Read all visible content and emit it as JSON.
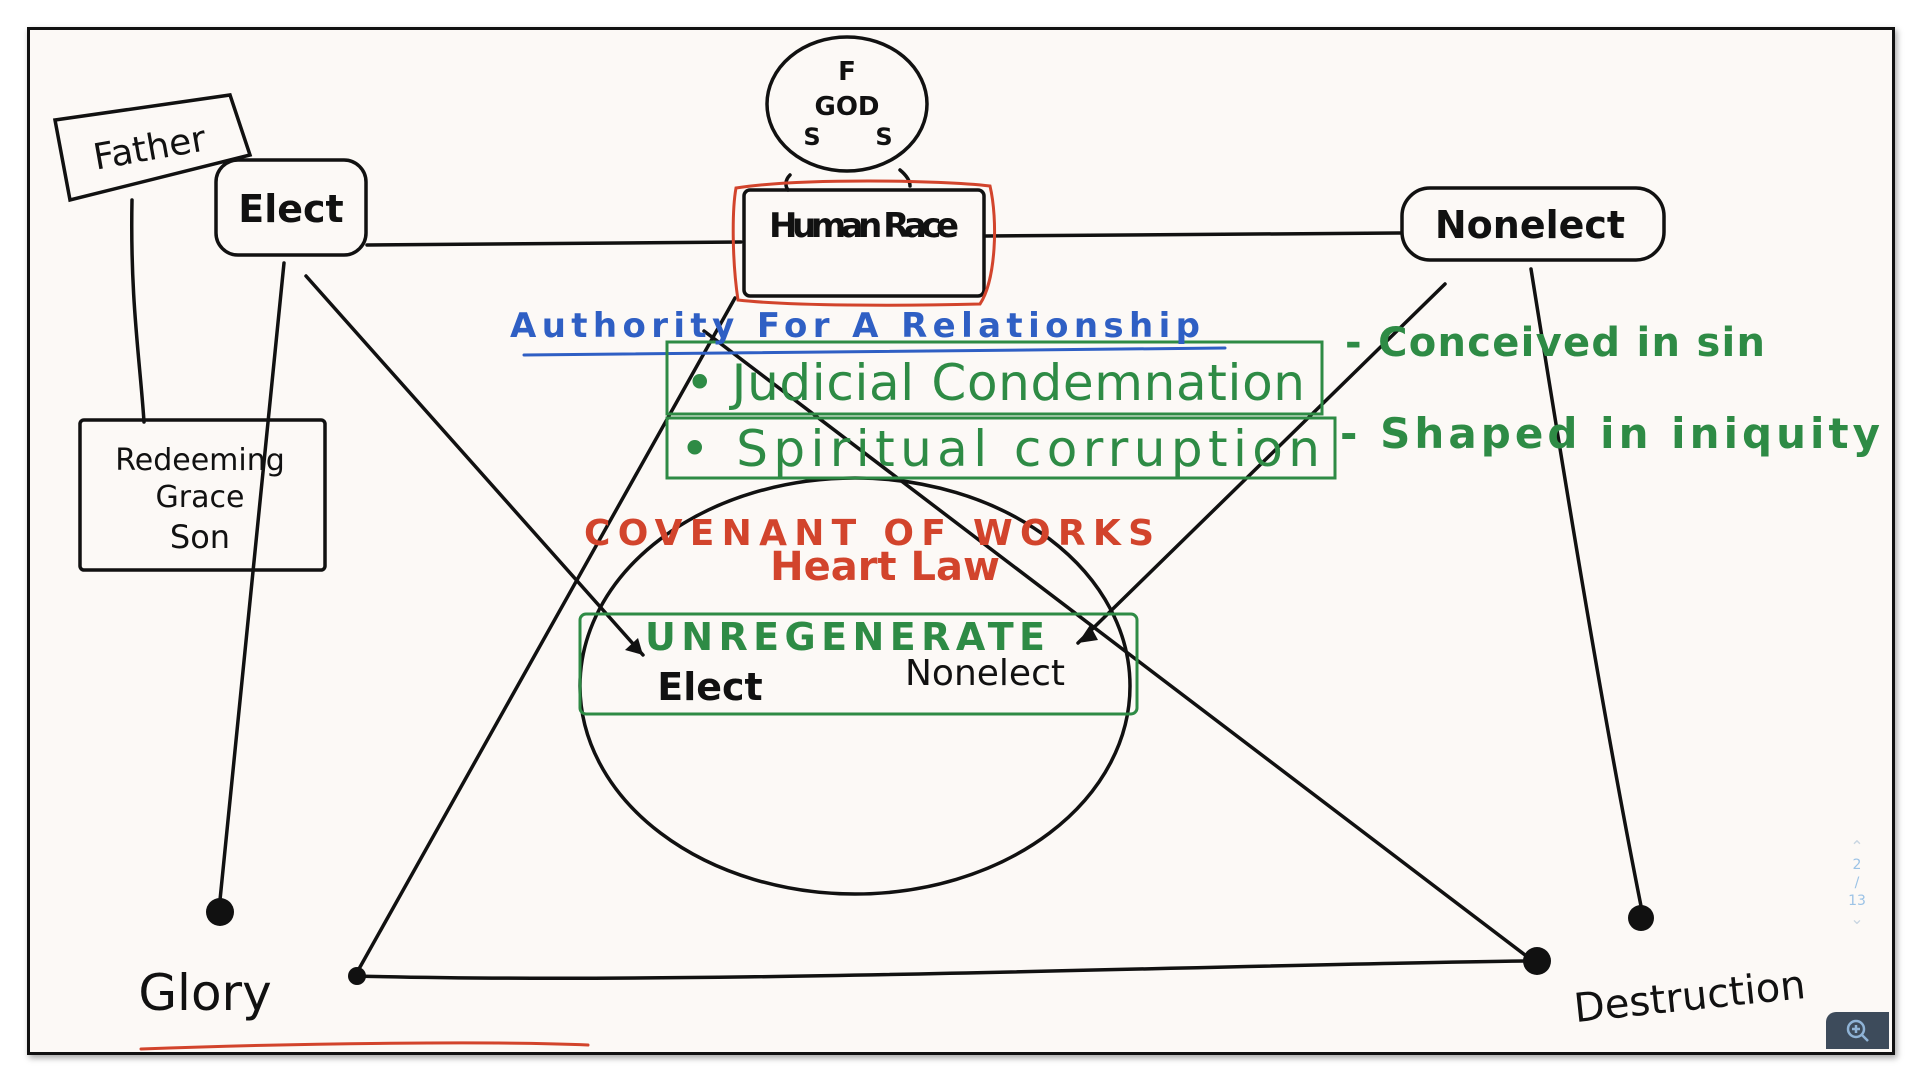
{
  "diagram": {
    "god_circle": {
      "top": "F",
      "center": "GOD",
      "left": "S",
      "right": "S"
    },
    "human_race": "Human Race",
    "father": "Father",
    "elect": "Elect",
    "nonelect": "Nonelect",
    "redeeming": [
      "Redeeming",
      "Grace",
      "Son"
    ],
    "authority": "Authority For A Relationship",
    "judicial": "• Judicial Condemnation",
    "spiritual": "• Spiritual corruption",
    "conceived": "- Conceived in sin",
    "shaped": "- Shaped in iniquity",
    "covenant": "COVENANT OF WORKS",
    "heart_law": "Heart Law",
    "unregenerate": "UNREGENERATE",
    "inner_elect": "Elect",
    "inner_nonelect": "Nonelect",
    "glory": "Glory",
    "destruction": "Destruction"
  },
  "viewer": {
    "page_current": "2",
    "page_sep": "/",
    "page_total": "13",
    "prev_icon": "chevron-up-icon",
    "next_icon": "chevron-down-icon",
    "zoom_icon": "zoom-in-icon"
  },
  "colors": {
    "ink": "#111111",
    "blue": "#2f5fc4",
    "green": "#2e8b45",
    "red": "#d2442c"
  }
}
